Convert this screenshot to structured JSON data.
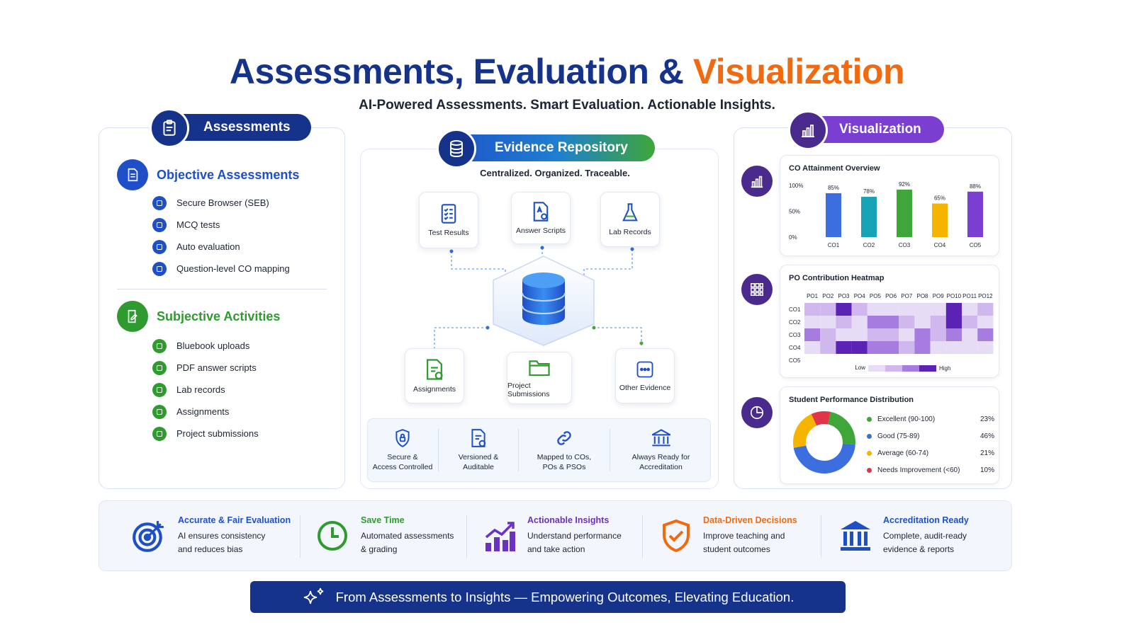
{
  "header": {
    "title_main": "Assessments, Evaluation &",
    "title_accent": "Visualization",
    "subtitle": "AI-Powered Assessments. Smart Evaluation. Actionable Insights."
  },
  "assessments": {
    "pill": "Assessments",
    "objective": {
      "title": "Objective Assessments",
      "items": [
        "Secure Browser (SEB)",
        "MCQ tests",
        "Auto evaluation",
        "Question-level CO mapping"
      ]
    },
    "subjective": {
      "title": "Subjective Activities",
      "items": [
        "Bluebook uploads",
        "PDF answer scripts",
        "Lab records",
        "Assignments",
        "Project submissions"
      ]
    }
  },
  "repository": {
    "pill": "Evidence Repository",
    "tagline": "Centralized. Organized. Traceable.",
    "sources": [
      "Test Results",
      "Answer Scripts",
      "Lab Records",
      "Assignments",
      "Project Submissions",
      "Other Evidence"
    ],
    "features": [
      {
        "l1": "Secure &",
        "l2": "Access Controlled"
      },
      {
        "l1": "Versioned &",
        "l2": "Auditable"
      },
      {
        "l1": "Mapped to COs,",
        "l2": "POs & PSOs"
      },
      {
        "l1": "Always Ready for",
        "l2": "Accreditation"
      }
    ]
  },
  "visualization": {
    "pill": "Visualization",
    "co_title": "CO Attainment Overview",
    "heatmap_title": "PO Contribution Heatmap",
    "heatmap_low": "Low",
    "heatmap_high": "High",
    "dist_title": "Student Performance Distribution"
  },
  "chart_data": [
    {
      "type": "bar",
      "title": "CO Attainment Overview",
      "categories": [
        "CO1",
        "CO2",
        "CO3",
        "CO4",
        "CO5"
      ],
      "values": [
        85,
        78,
        92,
        65,
        88
      ],
      "value_labels": [
        "85%",
        "78%",
        "92%",
        "65%",
        "88%"
      ],
      "y_ticks": [
        "0%",
        "50%",
        "100%"
      ],
      "ylim": [
        0,
        100
      ],
      "colors": [
        "#3d6ee0",
        "#16a3b3",
        "#3fa63a",
        "#f4b400",
        "#7a3fd1"
      ]
    },
    {
      "type": "heatmap",
      "title": "PO Contribution Heatmap",
      "columns": [
        "PO1",
        "PO2",
        "PO3",
        "PO4",
        "PO5",
        "PO6",
        "PO7",
        "PO8",
        "PO9",
        "PO10",
        "PO11",
        "PO12"
      ],
      "rows": [
        "CO1",
        "CO2",
        "CO3",
        "CO4",
        "CO5"
      ],
      "values": [
        [
          2,
          2,
          4,
          2,
          1,
          1,
          1,
          1,
          1,
          4,
          1,
          2
        ],
        [
          1,
          1,
          2,
          1,
          3,
          3,
          2,
          1,
          2,
          4,
          2,
          1
        ],
        [
          3,
          2,
          1,
          1,
          2,
          2,
          1,
          3,
          2,
          3,
          1,
          3
        ],
        [
          1,
          2,
          4,
          4,
          3,
          3,
          2,
          3,
          1,
          1,
          1,
          1
        ],
        [
          0,
          0,
          0,
          0,
          0,
          0,
          0,
          0,
          0,
          0,
          0,
          0
        ]
      ]
    },
    {
      "type": "pie",
      "title": "Student Performance Distribution",
      "labels": [
        "Excellent (90-100)",
        "Good (75-89)",
        "Average (60-74)",
        "Needs Improvement (<60)"
      ],
      "values": [
        23,
        46,
        21,
        10
      ],
      "value_labels": [
        "23%",
        "46%",
        "21%",
        "10%"
      ],
      "colors": [
        "#3fa63a",
        "#3d6ee0",
        "#f4b400",
        "#e0344a"
      ]
    }
  ],
  "benefits": [
    {
      "title": "Accurate & Fair Evaluation",
      "d1": "AI ensures consistency",
      "d2": "and reduces bias",
      "color": "#1f4fc7"
    },
    {
      "title": "Save Time",
      "d1": "Automated assessments",
      "d2": "& grading",
      "color": "#2f9a2f"
    },
    {
      "title": "Actionable Insights",
      "d1": "Understand performance",
      "d2": "and take action",
      "color": "#6a32c2"
    },
    {
      "title": "Data-Driven Decisions",
      "d1": "Improve teaching and",
      "d2": "student outcomes",
      "color": "#f26a10"
    },
    {
      "title": "Accreditation Ready",
      "d1": "Complete, audit-ready",
      "d2": "evidence & reports",
      "color": "#1f4fc7"
    }
  ],
  "banner": "From Assessments to Insights — Empowering Outcomes, Elevating Education."
}
